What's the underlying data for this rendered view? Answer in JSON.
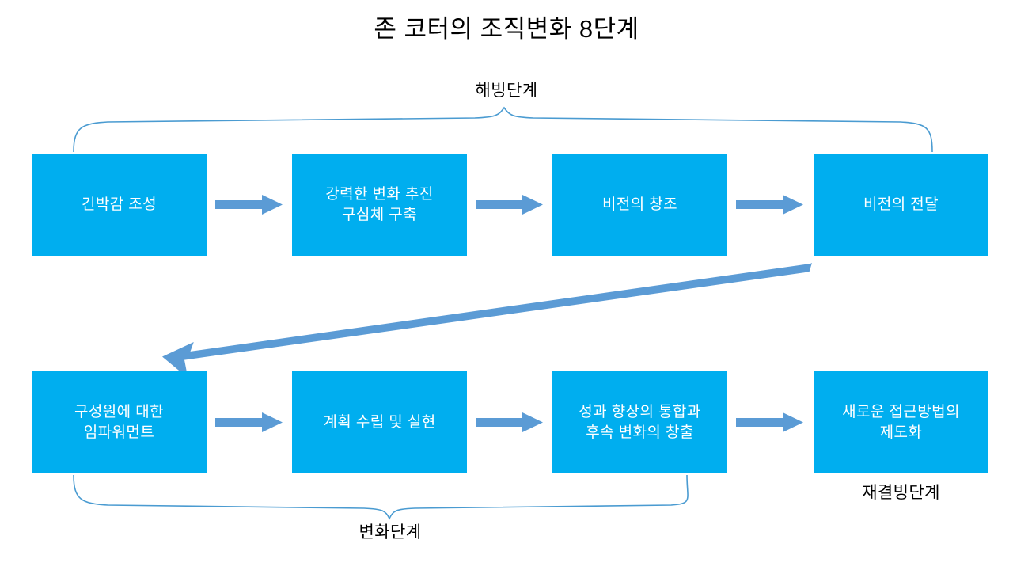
{
  "page": {
    "title": "존 코터의 조직변화 8단계",
    "background_color": "#FFFFFF"
  },
  "colors": {
    "box_fill": "#00AEEF",
    "box_text": "#FFFFFF",
    "arrow": "#5B9BD5",
    "brace": "#4A9BD1",
    "title_text": "#000000"
  },
  "steps": [
    {
      "number": 1,
      "label": "긴박감 조성"
    },
    {
      "number": 2,
      "label": "강력한 변화 추진\n구심체 구축"
    },
    {
      "number": 3,
      "label": "비전의 창조"
    },
    {
      "number": 4,
      "label": "비전의 전달"
    },
    {
      "number": 5,
      "label": "구성원에 대한\n임파워먼트"
    },
    {
      "number": 6,
      "label": "계획 수립 및 실현"
    },
    {
      "number": 7,
      "label": "성과 향상의 통합과\n후속 변화의 창출"
    },
    {
      "number": 8,
      "label": "새로운 접근방법의\n제도화"
    }
  ],
  "stages": {
    "unfreezing": {
      "label": "해빙단계",
      "covers_steps": [
        1,
        2,
        3,
        4
      ]
    },
    "changing": {
      "label": "변화단계",
      "covers_steps": [
        5,
        6,
        7
      ]
    },
    "refreezing": {
      "label": "재결빙단계",
      "covers_steps": [
        8
      ]
    }
  },
  "connectors": {
    "horizontal_arrows": [
      {
        "from_step": 1,
        "to_step": 2
      },
      {
        "from_step": 2,
        "to_step": 3
      },
      {
        "from_step": 3,
        "to_step": 4
      },
      {
        "from_step": 5,
        "to_step": 6
      },
      {
        "from_step": 6,
        "to_step": 7
      },
      {
        "from_step": 7,
        "to_step": 8
      }
    ],
    "wrap_arrow": {
      "from_step": 4,
      "to_step": 5,
      "direction": "down-left"
    }
  }
}
